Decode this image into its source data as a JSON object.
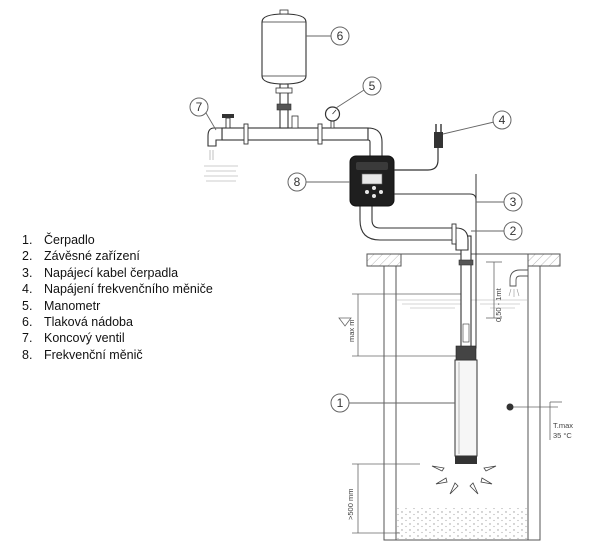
{
  "legend": [
    {
      "num": "1.",
      "label": "Čerpadlo"
    },
    {
      "num": "2.",
      "label": "Závěsné zařízení"
    },
    {
      "num": "3.",
      "label": "Napájecí kabel čerpadla"
    },
    {
      "num": "4.",
      "label": "Napájení frekvenčního měniče"
    },
    {
      "num": "5.",
      "label": "Manometr"
    },
    {
      "num": "6.",
      "label": "Tlaková nádoba"
    },
    {
      "num": "7.",
      "label": "Koncový ventil"
    },
    {
      "num": "8.",
      "label": "Frekvenční měnič"
    }
  ],
  "callouts": {
    "c1": "1",
    "c2": "2",
    "c3": "3",
    "c4": "4",
    "c5": "5",
    "c6": "6",
    "c7": "7",
    "c8": "8"
  },
  "dimensions": {
    "max_m": "max  m",
    "depth": "0,50 - 1mt",
    "min_bottom": ">500 mm",
    "tmax": "T.max",
    "temp": "35 °C"
  },
  "colors": {
    "line": "#333333",
    "callout_border": "#666666",
    "inverter_body": "#1f1f1f",
    "ground_hatch": "#bbbbbb"
  }
}
